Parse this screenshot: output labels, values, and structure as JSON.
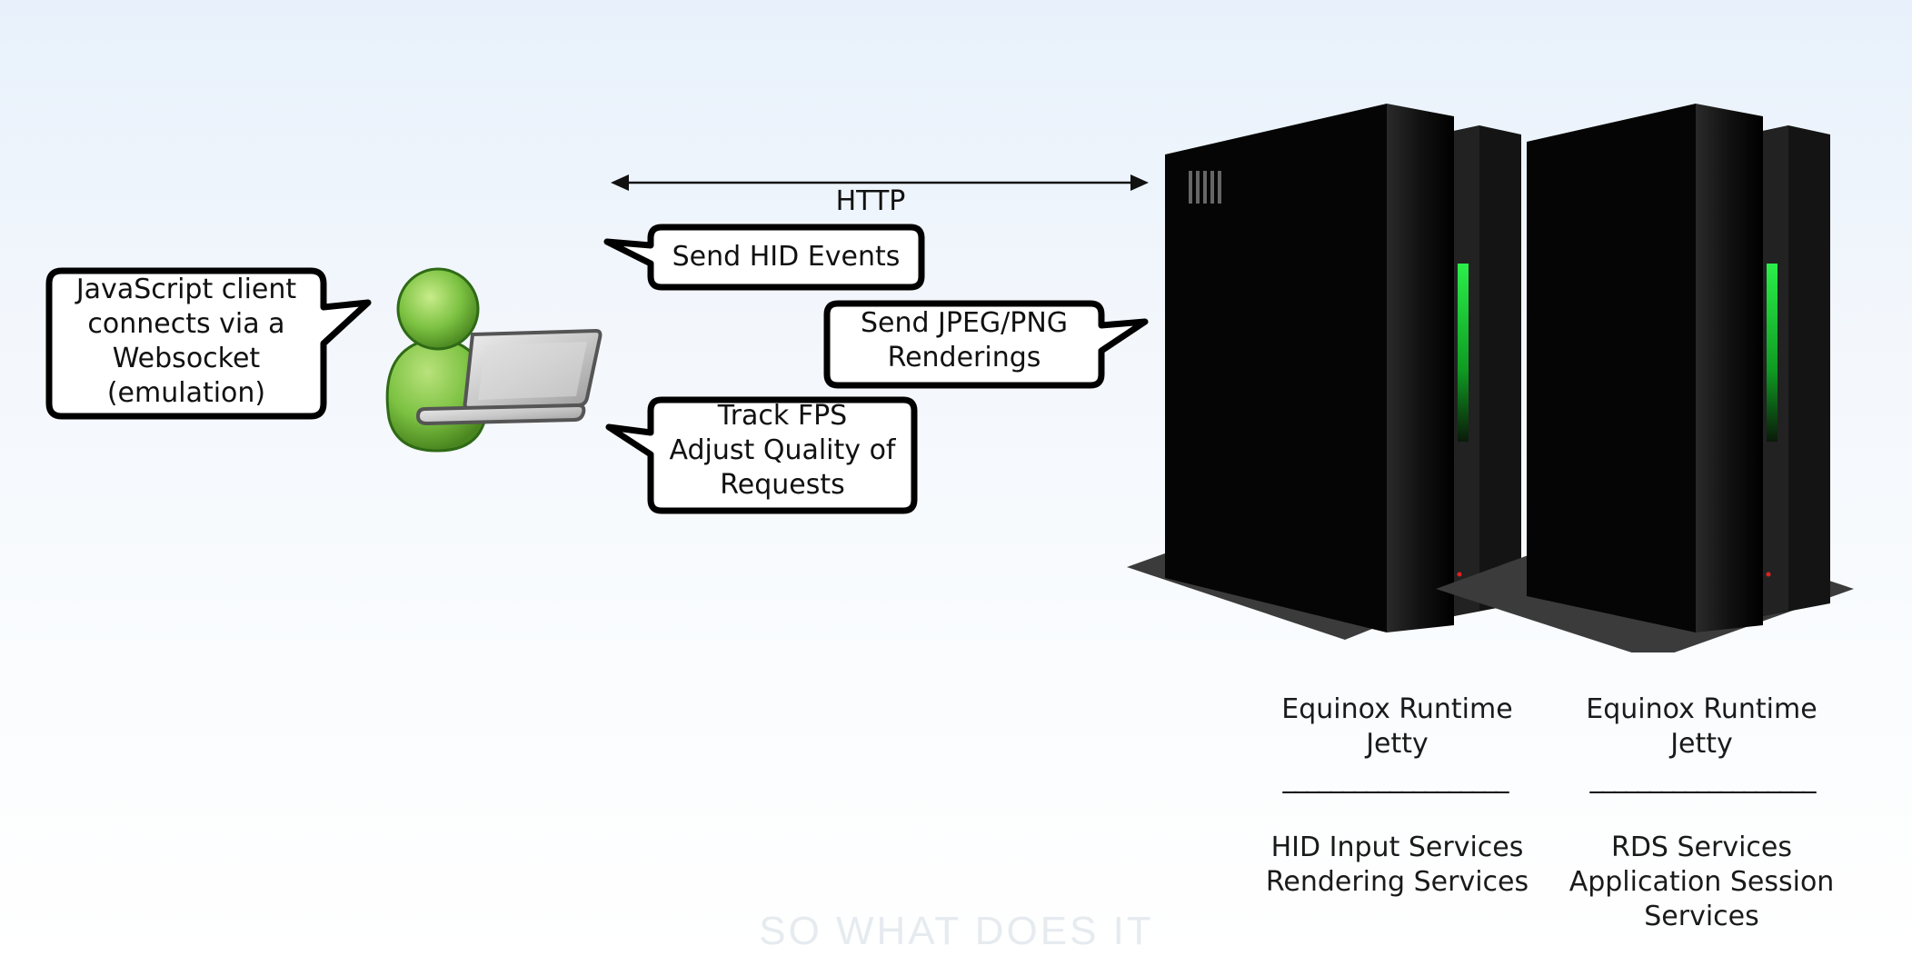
{
  "connection": {
    "label": "HTTP"
  },
  "bubbles": {
    "client": "JavaScript client\nconnects via a\nWebsocket\n(emulation)",
    "send_hid": "Send HID Events",
    "send_images": "Send JPEG/PNG\nRenderings",
    "track_fps": "Track FPS\nAdjust Quality of\nRequests"
  },
  "servers": [
    {
      "runtime": "Equinox Runtime\nJetty",
      "divider": "___________________",
      "services": "HID Input Services\nRendering Services"
    },
    {
      "runtime": "Equinox Runtime\nJetty",
      "divider": "___________________",
      "services": "RDS Services\nApplication Session\nServices"
    }
  ],
  "footer": "SO WHAT DOES IT",
  "icons": [
    "user-with-laptop-icon",
    "server-tower-icon"
  ],
  "colors": {
    "user_green": "#7cc242",
    "server_black": "#0a0a0a",
    "led_green": "#1fd23a"
  }
}
